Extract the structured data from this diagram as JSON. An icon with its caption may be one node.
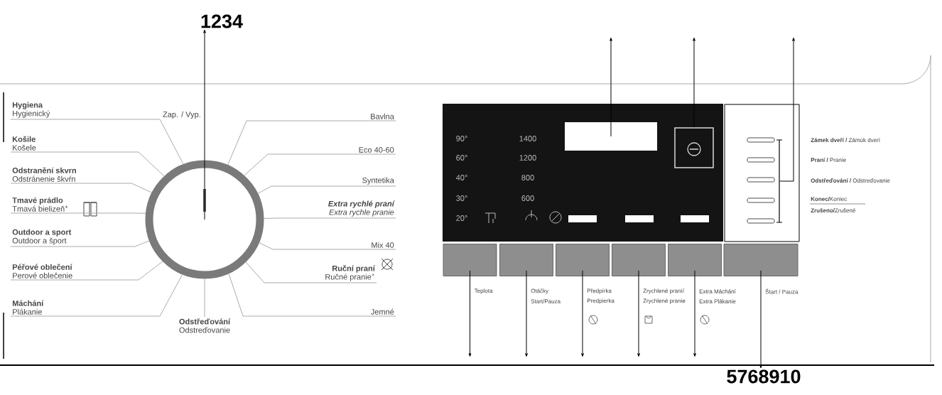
{
  "diagram": {
    "nodes": [
      {
        "text": [],
        "shape": "circle"
      },
      {
        "text": [],
        "shape": "box"
      },
      {
        "text": [],
        "shape": "box"
      },
      {
        "text": [],
        "shape": "bar"
      },
      {
        "text": [],
        "shape": "box",
        "beside": [
          "Teplota"
        ]
      },
      {
        "text": [],
        "shape": "box",
        "beside": [
          "Otáčky",
          "Start/Pauza"
        ]
      },
      {
        "text": [],
        "shape": "box",
        "beside": [
          "Předpírka",
          "Predpierka"
        ]
      },
      {
        "text": [],
        "shape": "box",
        "beside": [
          "Zrychlené praní/",
          "Zrychlené pranie"
        ]
      },
      {
        "text": [],
        "shape": "box",
        "beside": [
          "Extra Máchání",
          "Extra Plákanie"
        ]
      },
      {
        "text": [],
        "shape": "box",
        "beside": [
          "Štart / Pauza"
        ]
      },
      {
        "text": [
          "1234"
        ]
      },
      {
        "text": [
          "5768910"
        ]
      },
      {
        "text": [
          "Hygiena",
          "Hygienický"
        ]
      },
      {
        "text": [
          "Košile",
          "Košele"
        ]
      },
      {
        "text": [
          "Odstranění skvrn",
          "Odstránenie škvŕn"
        ]
      },
      {
        "text": [
          "Tmavé prádlo",
          "Tmavá bielizeň$^{+}$"
        ]
      },
      {
        "text": [
          "Outdoor a sport",
          "Outdoor a šport"
        ]
      },
      {
        "text": [
          "Péřové oblečení",
          "Perové oblečenie"
        ]
      },
      {
        "text": [
          "Máchání",
          "Plákanie"
        ]
      },
      {
        "text": [
          "Bavlna"
        ]
      },
      {
        "text": [
          "Eco 40-60"
        ]
      },
      {
        "text": [
          "Syntetika"
        ]
      },
      {
        "text": [
          "Extra rychlé praní",
          "Extra rychle pranie"
        ]
      },
      {
        "text": [
          "Mix 40"
        ]
      },
      {
        "text": [
          "Ruční praní",
          "Ručné pranie$^{+}$"
        ]
      },
      {
        "text": [
          "Jemné"
        ]
      },
      {
        "text": [
          "Odstřeďování",
          "Odstreďovanie"
        ]
      }
    ],
    "edges": [
      {
        "from": 0,
        "to": 10,
        "arrow": "to",
        "color": "#000000"
      },
      {
        "from": 1,
        "to": null,
        "arrow": "to",
        "color": "#000000"
      },
      {
        "from": 2,
        "to": null,
        "arrow": "to",
        "color": "#000000"
      },
      {
        "from": 3,
        "to": null,
        "arrow": "to",
        "color": "#000000"
      },
      {
        "from": 4,
        "to": null,
        "arrow": "to",
        "color": "#000000"
      },
      {
        "from": 5,
        "to": null,
        "arrow": "to",
        "color": "#000000"
      },
      {
        "from": 6,
        "to": null,
        "arrow": "to",
        "color": "#000000"
      },
      {
        "from": 7,
        "to": null,
        "arrow": "to",
        "color": "#000000"
      },
      {
        "from": 8,
        "to": null,
        "arrow": "to",
        "color": "#000000"
      },
      {
        "from": 9,
        "to": 11,
        "arrow": "to",
        "color": "#000000"
      },
      {
        "from": 12,
        "to": 0,
        "arrow": "none"
      },
      {
        "from": 13,
        "to": 0,
        "arrow": "none"
      },
      {
        "from": 14,
        "to": 0,
        "arrow": "none"
      },
      {
        "from": 15,
        "to": 0,
        "arrow": "none"
      },
      {
        "from": 16,
        "to": 0,
        "arrow": "none"
      },
      {
        "from": 17,
        "to": 0,
        "arrow": "none"
      },
      {
        "from": 18,
        "to": 0,
        "arrow": "none"
      },
      {
        "from": 19,
        "to": 0,
        "arrow": "none"
      },
      {
        "from": 20,
        "to": 0,
        "arrow": "none"
      },
      {
        "from": 21,
        "to": 0,
        "arrow": "none"
      },
      {
        "from": 22,
        "to": 0,
        "arrow": "none"
      },
      {
        "from": 23,
        "to": 0,
        "arrow": "none"
      },
      {
        "from": 24,
        "to": 0,
        "arrow": "none"
      },
      {
        "from": 25,
        "to": 0,
        "arrow": "none"
      },
      {
        "from": 26,
        "to": 0,
        "arrow": "none"
      }
    ],
    "labels": [
      "Zap. / Vyp.",
      "90°",
      "1400",
      "60°",
      "1200",
      "40°",
      "800",
      "30°",
      "600",
      "20°",
      "**Zámek dveří /** Zámok dverí",
      "**Praní /** Pranie",
      "**Odstřeďování /** Odstreďovanie",
      "**Konec/**Koniec",
      "**Zrušeno/**Zrušené"
    ]
  }
}
